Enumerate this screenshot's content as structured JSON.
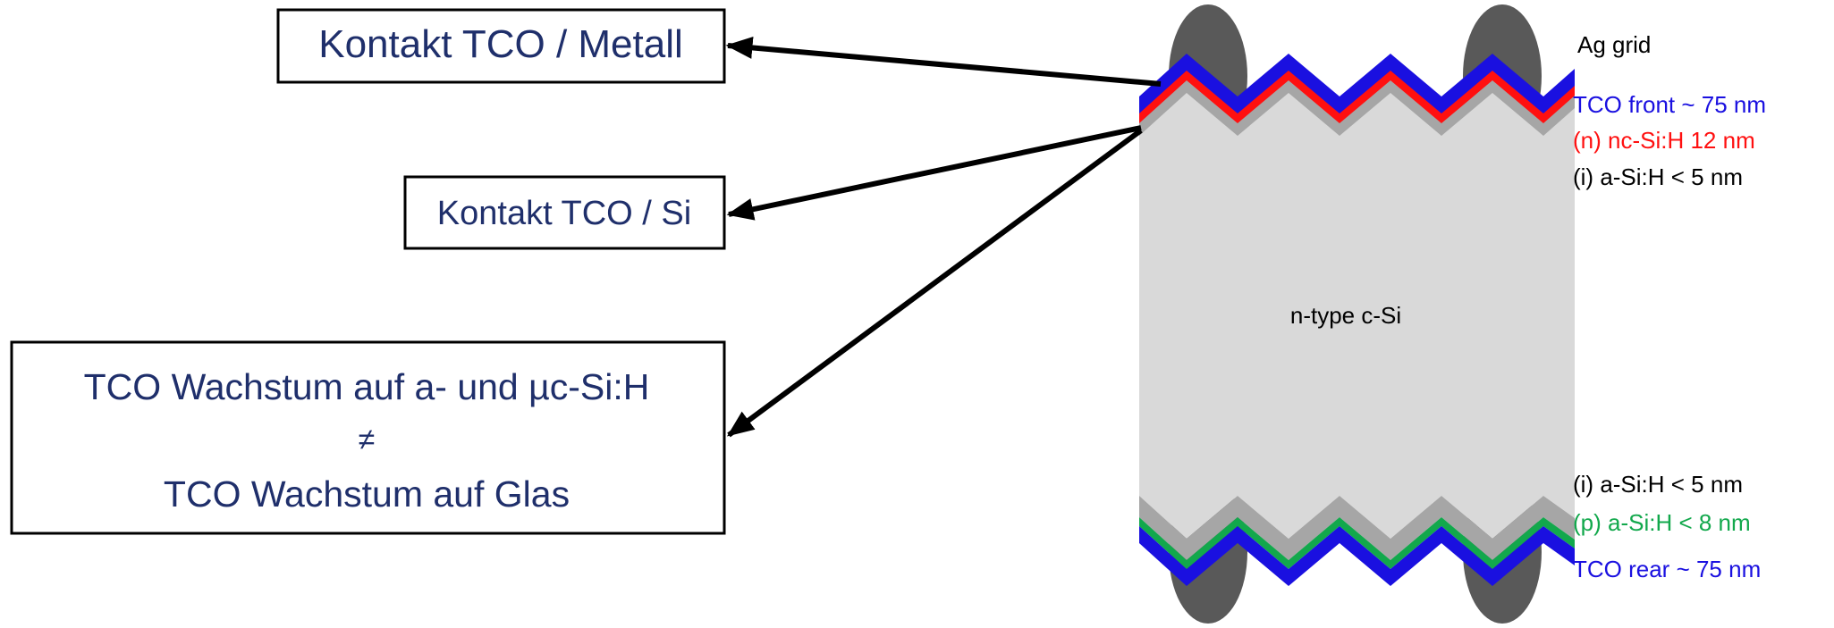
{
  "boxes": {
    "metal": {
      "label": "Kontakt TCO / Metall"
    },
    "si": {
      "label": "Kontakt TCO / Si"
    },
    "growth": {
      "line1": "TCO Wachstum auf a- und µc-Si:H",
      "line2": "≠",
      "line3": "TCO Wachstum auf Glas"
    }
  },
  "cell": {
    "core_label": "n-type c-Si",
    "layers_front": [
      {
        "label": "Ag grid",
        "color": "#000000"
      },
      {
        "label": "TCO front ~ 75 nm",
        "color": "#1a10e0"
      },
      {
        "label": "(n) nc-Si:H 12 nm",
        "color": "#ff1010"
      },
      {
        "label": "(i) a-Si:H < 5 nm",
        "color": "#000000"
      }
    ],
    "layers_rear": [
      {
        "label": "(i) a-Si:H < 5 nm",
        "color": "#000000"
      },
      {
        "label": "(p) a-Si:H < 8 nm",
        "color": "#12a84c"
      },
      {
        "label": "TCO rear ~ 75 nm",
        "color": "#1a10e0"
      }
    ]
  },
  "colors": {
    "box_text": "#1f2f6b",
    "ag_grid": "#595959",
    "tco": "#1a10e0",
    "n_layer": "#ff1010",
    "i_layer": "#a6a6a6",
    "p_layer": "#12a84c",
    "c_si": "#d9d9d9"
  }
}
